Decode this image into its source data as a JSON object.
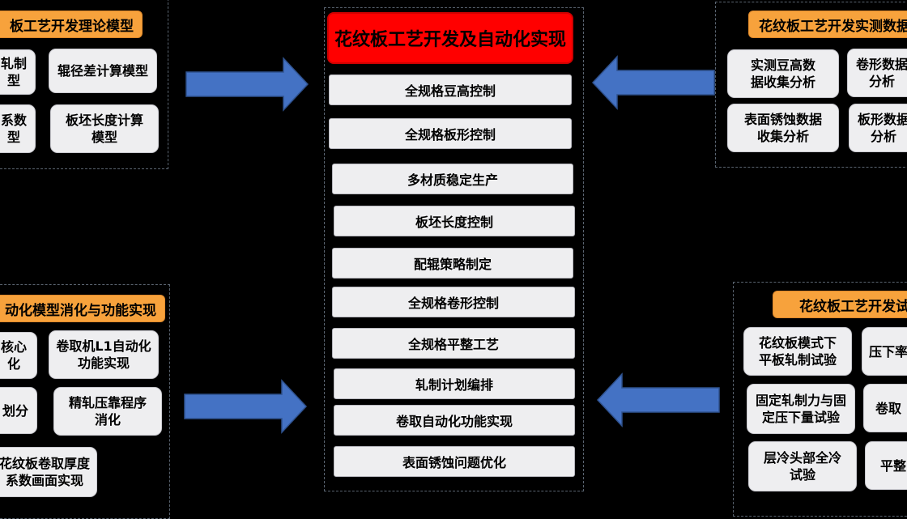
{
  "center": {
    "title": "花纹板工艺开发及自动化实现",
    "items": [
      "全规格豆高控制",
      "全规格板形控制",
      "多材质稳定生产",
      "板坯长度控制",
      "配辊策略制定",
      "全规格卷形控制",
      "全规格平整工艺",
      "轧制计划编排",
      "卷取自动化功能实现",
      "表面锈蚀问题优化"
    ]
  },
  "top_left": {
    "title": "板工艺开发理论模型",
    "items": [
      "轧制\n型",
      "辊径差计算模型",
      "系数\n型",
      "板坯长度计算\n模型"
    ]
  },
  "top_right": {
    "title": "花纹板工艺开发实测数据",
    "items": [
      "实测豆高数\n据收集分析",
      "卷形数据\n分析",
      "表面锈蚀数据\n收集分析",
      "板形数据\n分析"
    ]
  },
  "bottom_left": {
    "title": "动化模型消化与功能实现",
    "items": [
      "核心\n化",
      "卷取机L1自动化\n功能实现",
      "划分",
      "精轧压靠程序\n消化",
      "花纹板卷取厚度\n系数画面实现"
    ]
  },
  "bottom_right": {
    "title": "花纹板工艺开发试验",
    "items": [
      "花纹板模式下\n平板轧制试验",
      "压下率",
      "固定轧制力与固\n定压下量试验",
      "卷取",
      "层冷头部全冷\n试验",
      "平整"
    ]
  },
  "colors": {
    "accent_orange": "#f7a23c",
    "title_red": "#ff0000",
    "arrow_blue": "#4472c4",
    "box_gray": "#eeeef0"
  }
}
